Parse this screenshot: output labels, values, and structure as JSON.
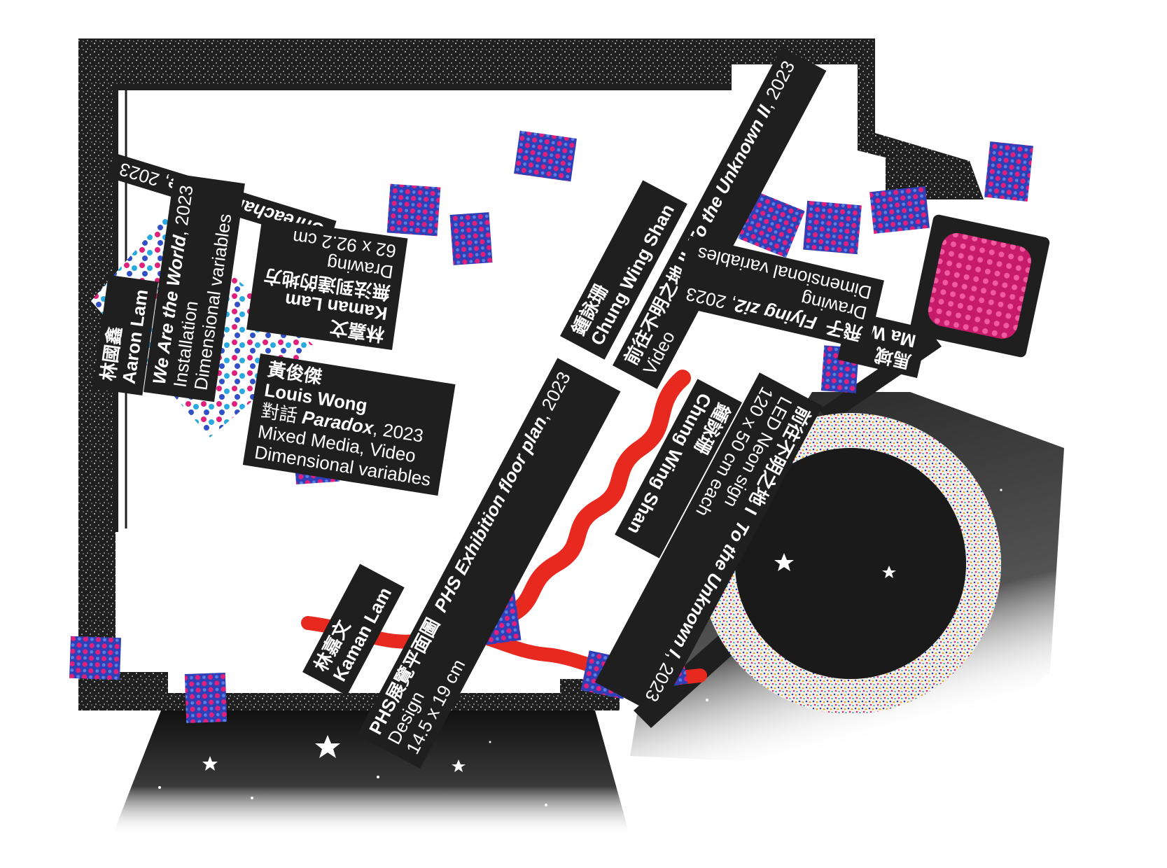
{
  "labels": {
    "aaron_lam": {
      "name_zh": "林國鑫",
      "name_en": "Aaron Lam",
      "title": "We Are the World",
      "year": ", 2023",
      "medium": "Installation",
      "size": "Dimensional variables"
    },
    "unreachable": {
      "title": "Unreachable Place",
      "year": ", 2023"
    },
    "kaman_lam_drawing": {
      "name_zh": "林嘉文",
      "name_en": "Kaman Lam",
      "title_zh": "無法到達的地方",
      "medium": "Drawing",
      "size": "62 x 92.2 cm"
    },
    "louis_wong": {
      "name_zh": "黃俊傑",
      "name_en": "Louis Wong",
      "title_zh": "對話",
      "title": "Paradox",
      "year": ", 2023",
      "medium": "Mixed Media, Video",
      "size": "Dimensional variables"
    },
    "chung_wing_shan_video": {
      "name_zh": "鍾詠珊",
      "name_en": "Chung Wing Shan",
      "title_zh": "前往不明之地 II",
      "title": "To the Unknown II",
      "year": ", 2023",
      "medium": "Video"
    },
    "ma_wik": {
      "name_zh": "馬域",
      "name_en": "Ma Wik",
      "title_zh": "飛子",
      "title": "Flying zi2",
      "year": ", 2023",
      "medium": "Drawing",
      "size": "Dimensional variables"
    },
    "phs_floor_plan": {
      "name_zh": "林嘉文",
      "name_en": "Kaman Lam",
      "title_zh": "PHS展覽平面圖",
      "title": "PHS Exhibition floor plan",
      "year": ", 2023",
      "medium": "Design",
      "size": "14.5 x 19 cm"
    },
    "chung_wing_shan_neon": {
      "name_zh": "鍾詠珊",
      "name_en": "Chung Wing Shan",
      "title_zh": "前往不明之地 I",
      "title": "To the Unknown I",
      "year": ", 2023",
      "medium": "LED Neon sign",
      "size": "120 x 50 cm each"
    }
  },
  "colors": {
    "ink": "#1f1f1f",
    "paper": "#ffffff",
    "red": "#e8291f",
    "blue": "#2f3fb8",
    "magenta": "#e0207a",
    "cyan": "#2aa8e0"
  }
}
